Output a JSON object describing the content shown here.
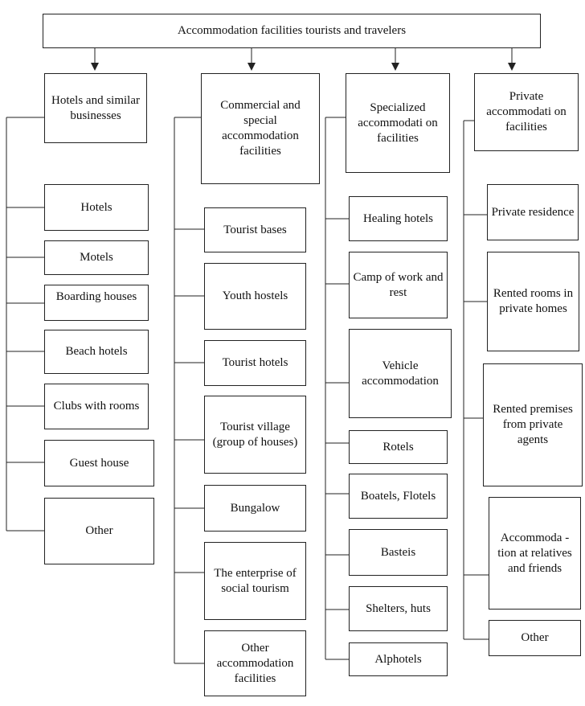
{
  "title": "Accommodation facilities tourists and travelers",
  "columns": [
    {
      "header": "Hotels and similar businesses",
      "items": [
        "Hotels",
        "Motels",
        "Boarding houses",
        "Beach hotels",
        "Clubs with rooms",
        "Guest house",
        "Other"
      ]
    },
    {
      "header": "Commercial and special accommodation facilities",
      "items": [
        "Tourist bases",
        "Youth hostels",
        "Tourist hotels",
        "Tourist village (group of houses)",
        "Bungalow",
        "The enterprise of social tourism",
        "Other accommodation facilities"
      ]
    },
    {
      "header": "Specialized accommodati on facilities",
      "items": [
        "Healing hotels",
        "Camp of work and rest",
        "Vehicle accommodation",
        "Rotels",
        "Boatels, Flotels",
        "Basteis",
        "Shelters, huts",
        "Alphotels"
      ]
    },
    {
      "header": "Private accommodati on facilities",
      "items": [
        "Private residence",
        "Rented rooms in private homes",
        "Rented premises from private agents",
        "Accommoda -tion at relatives and friends",
        "Other"
      ]
    }
  ]
}
